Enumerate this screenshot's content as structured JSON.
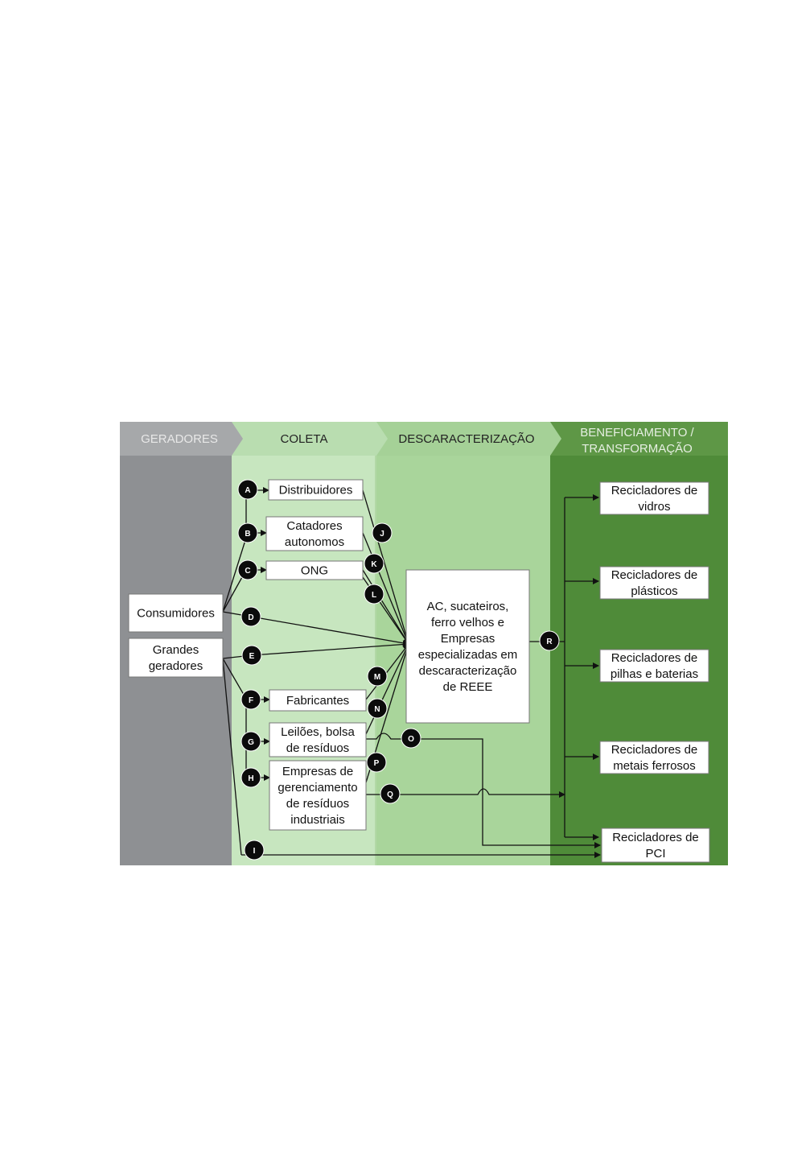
{
  "stages": [
    {
      "id": "geradores",
      "label": "GERADORES",
      "color": "#a6a8aa",
      "text_color": "#e8e8e8"
    },
    {
      "id": "coleta",
      "label": "COLETA",
      "color": "#b9ddb0",
      "text_color": "#222222"
    },
    {
      "id": "descaracterizacao",
      "label": "DESCARACTERIZAÇÃO",
      "color": "#a5d197",
      "text_color": "#222222"
    },
    {
      "id": "beneficiamento",
      "label": "BENEFICIAMENTO / TRANSFORMAÇÃO",
      "lines": [
        "BENEFICIAMENTO /",
        "TRANSFORMAÇÃO"
      ],
      "color": "#5e9746",
      "text_color": "#e6efe2"
    }
  ],
  "column_colors": {
    "geradores": "#8e9093",
    "coleta": "#c7e6bf",
    "descaracterizacao": "#a9d59b",
    "beneficiamento": "#4f8b39"
  },
  "generators": [
    {
      "id": "consumidores",
      "lines": [
        "Consumidores"
      ]
    },
    {
      "id": "grandes-geradores",
      "lines": [
        "Grandes",
        "geradores"
      ]
    }
  ],
  "collectors": [
    {
      "id": "distribuidores",
      "lines": [
        "Distribuidores"
      ]
    },
    {
      "id": "catadores",
      "lines": [
        "Catadores",
        "autonomos"
      ]
    },
    {
      "id": "ong",
      "lines": [
        "ONG"
      ]
    },
    {
      "id": "fabricantes",
      "lines": [
        "Fabricantes"
      ]
    },
    {
      "id": "leiloes",
      "lines": [
        "Leilões, bolsa",
        "de resíduos"
      ]
    },
    {
      "id": "empresas-gerenciamento",
      "lines": [
        "Empresas de",
        "gerenciamento",
        "de resíduos",
        "industriais"
      ]
    }
  ],
  "processor": {
    "id": "descaracterizacao-box",
    "lines": [
      "AC, sucateiros,",
      "ferro velhos e",
      "Empresas",
      "especializadas em",
      "descaracterização",
      "de REEE"
    ]
  },
  "recyclers": [
    {
      "id": "vidros",
      "lines": [
        "Recicladores de",
        "vidros"
      ]
    },
    {
      "id": "plasticos",
      "lines": [
        "Recicladores de",
        "plásticos"
      ]
    },
    {
      "id": "pilhas",
      "lines": [
        "Recicladores de",
        "pilhas e baterias"
      ]
    },
    {
      "id": "metais",
      "lines": [
        "Recicladores de",
        "metais ferrosos"
      ]
    },
    {
      "id": "pci",
      "lines": [
        "Recicladores de",
        "PCI"
      ]
    }
  ],
  "flow_nodes": [
    "A",
    "B",
    "C",
    "D",
    "E",
    "F",
    "G",
    "H",
    "I",
    "J",
    "K",
    "L",
    "M",
    "N",
    "O",
    "P",
    "Q",
    "R"
  ]
}
